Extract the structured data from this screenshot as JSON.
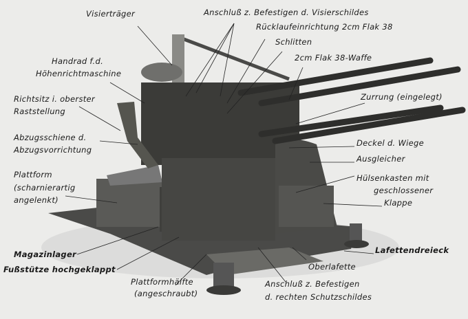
{
  "labels": {
    "visiertraeger": "Visierträger",
    "anschluss_visierschild": "Anschluß z. Befestigen d. Visierschildes",
    "ruecklauf": "Rücklaufeinrichtung 2cm Flak 38",
    "schlitten": "Schlitten",
    "waffe": "2cm Flak 38-Waffe",
    "handrad_1": "Handrad f.d.",
    "handrad_2": "Höhenrichtmaschine",
    "richtsitz_1": "Richtsitz i. oberster",
    "richtsitz_2": "Raststellung",
    "zurrung": "Zurrung (eingelegt)",
    "abzug_1": "Abzugsschiene d.",
    "abzug_2": "Abzugsvorrichtung",
    "deckel": "Deckel d. Wiege",
    "ausgleicher": "Ausgleicher",
    "plattform_1": "Plattform",
    "plattform_2": "(scharnierartig",
    "plattform_3": "angelenkt)",
    "huelsen_1": "Hülsenkasten mit",
    "huelsen_2": "geschlossener",
    "huelsen_3": "Klappe",
    "lafettendreieck": "Lafettendreieck",
    "magazinlager": "Magazinlager",
    "fussstuetze": "Fußstütze hochgeklappt",
    "plattformhaelfte_1": "Plattformhälfte",
    "plattformhaelfte_2": "(angeschraubt)",
    "oberlafette": "Oberlafette",
    "anschluss_schutz_1": "Anschluß z. Befestigen",
    "anschluss_schutz_2": "d. rechten Schutzschildes"
  }
}
